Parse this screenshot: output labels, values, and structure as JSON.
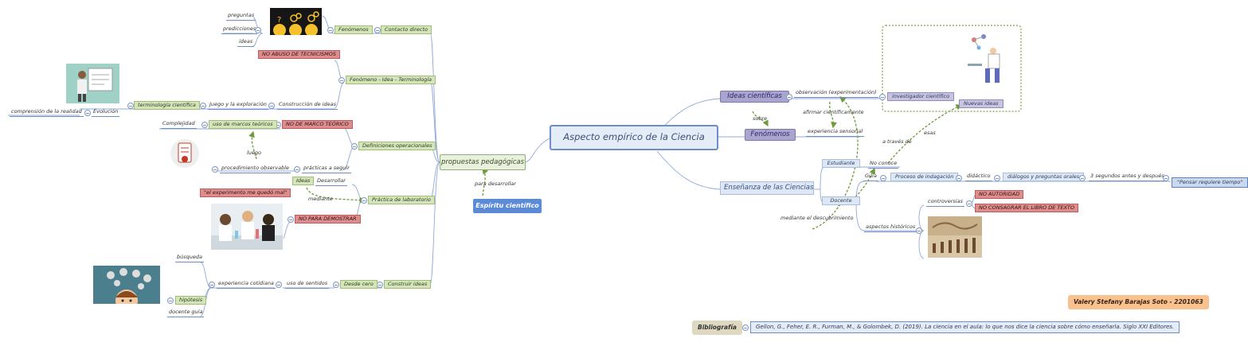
{
  "central": "Aspecto empírico de la Ciencia",
  "left": {
    "propuestas": "propuestas pedagógicas",
    "para_desarrollar": "para desarrollar",
    "espiritu": "Espíritu científico",
    "contacto_directo": "Contacto directo",
    "fenomenos": "Fenómenos",
    "preguntas": "preguntas",
    "predicciones": "predicciones",
    "ideas": "ideas",
    "no_abuso": "NO ABUSO DE TECNICISMOS",
    "fen_idea_term": "Fenómeno - Idea - Terminología",
    "construccion_ideas": "Construcción de ideas",
    "juego": "Juego y la exploración",
    "terminologia": "terminología científica",
    "evolucion": "Evolución",
    "comprension": "comprensión de la realidad",
    "definiciones": "Definiciones operacionales",
    "no_marco": "NO DE MARCO TEÓRICO",
    "marcos": "uso de marcos teóricos",
    "complejidad": "Complejidad",
    "practicas": "prácticas a seguir",
    "procedimiento": "procedimiento observable",
    "luego": "luego",
    "practica_lab": "Práctica de laboratorio",
    "ideas_tag": "Ideas",
    "desarrollar": "Desarrollar",
    "mediante": "mediante",
    "no_demostrar": "NO PARA DEMOSTRAR",
    "experimento_quote": "\"el experimento me quedó mal\"",
    "construir_ideas": "Construir ideas",
    "desde_cero": "Desde cero",
    "uso_sentidos": "uso de sentidos",
    "experiencia": "experiencia cotidiana",
    "busqueda": "búsqueda",
    "hipotesis": "hipótesis",
    "docente_guia": "docente guía"
  },
  "right": {
    "ideas_cientificas": "Ideas científicas",
    "sobre": "sobre",
    "fenomenos": "Fenómenos",
    "observacion": "observación (experimentación)",
    "afirmar": "afirmar científicamente",
    "experiencia_sensorial": "experiencia sensorial",
    "investigador": "investigador científico",
    "nuevas_ideas": "Nuevas ideas",
    "esas": "esas",
    "a_traves": "a través de",
    "ensenanza": "Enseñanza de las Ciencias",
    "estudiante": "Estudiante",
    "no_conoce": "No conoce",
    "docente": "Docente",
    "guia": "Guía",
    "proceso": "Proceso de indagación",
    "didactico": "didáctico",
    "dialogos": "diálogos y preguntas orales",
    "segundos": "3 segundos antes y después",
    "pensar": "\"Pensar requiere tiempo\"",
    "mediante_desc": "mediante el descubrimiento",
    "controversias": "controversias",
    "no_autoridad": "NO AUTORIDAD",
    "no_consagrar": "NO CONSAGRAR EL LIBRO DE TEXTO",
    "aspectos": "aspectos históricos"
  },
  "footer": {
    "author": "Valery Stefany Barajas Soto - 2201063",
    "bib_label": "Bibliografía",
    "bib_text": "Gellon, G., Feher, E. R., Furman, M., & Golombek, D. (2019). La ciencia en el aula: lo que nos dice la ciencia sobre cómo enseñarla. Siglo XXI Editores."
  },
  "colors": {
    "connector": "#6d8fc7",
    "dashed_arrow": "#6e9a3a",
    "green_tag": "#d6e4bc",
    "red_tag": "#dc8d8d",
    "purple_topic": "#a9a5cf",
    "blue_topic": "#dde7f5",
    "espiritu": "#5b8ad6",
    "author_bg": "#f8c18e",
    "bib_bg": "#ddd8bf"
  }
}
